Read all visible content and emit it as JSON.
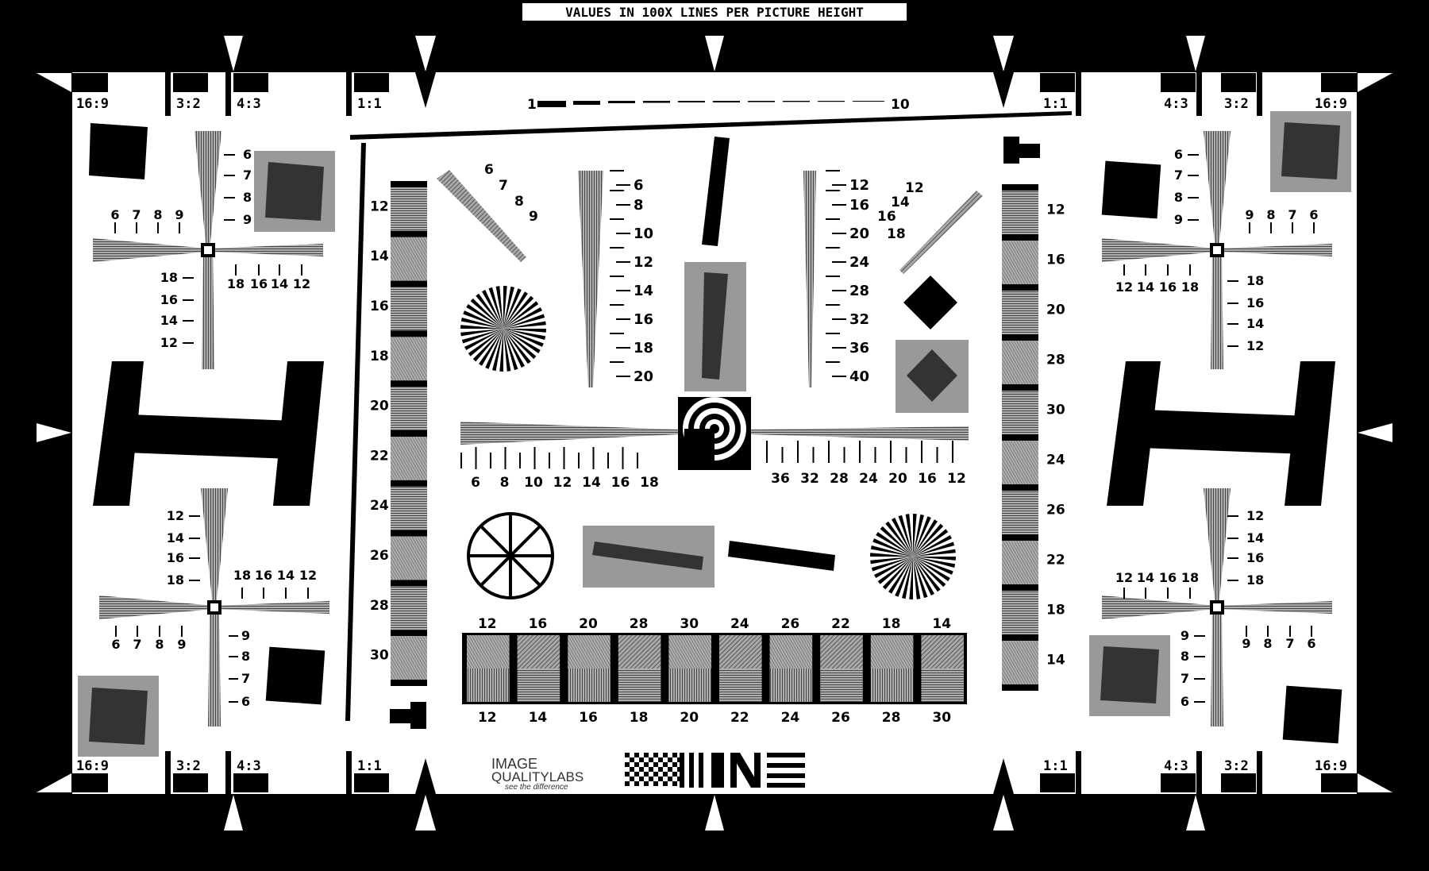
{
  "header": {
    "title": "VALUES IN 100X LINES PER PICTURE HEIGHT"
  },
  "aspect_labels": {
    "top_left": [
      "16:9",
      "3:2",
      "4:3",
      "1:1"
    ],
    "top_right": [
      "1:1",
      "4:3",
      "3:2",
      "16:9"
    ],
    "bottom_left": [
      "16:9",
      "3:2",
      "4:3",
      "1:1"
    ],
    "bottom_right": [
      "1:1",
      "4:3",
      "3:2",
      "16:9"
    ]
  },
  "scale_bar": {
    "start": "1",
    "end": "10"
  },
  "left_column_labels": [
    "12",
    "14",
    "16",
    "18",
    "20",
    "22",
    "24",
    "26",
    "28",
    "30"
  ],
  "right_column_labels": [
    "12",
    "16",
    "20",
    "28",
    "30",
    "24",
    "26",
    "22",
    "18",
    "14"
  ],
  "wedge_6_20_labels": [
    "6",
    "8",
    "10",
    "12",
    "14",
    "16",
    "18",
    "20"
  ],
  "wedge_12_40_labels": [
    "12",
    "16",
    "20",
    "24",
    "28",
    "32",
    "36",
    "40"
  ],
  "horizontal_wedge_left_labels": [
    "6",
    "8",
    "10",
    "12",
    "14",
    "16",
    "18"
  ],
  "horizontal_wedge_right_labels": [
    "36",
    "32",
    "28",
    "24",
    "20",
    "16",
    "12"
  ],
  "diagonal_left_labels": [
    "6",
    "7",
    "8",
    "9"
  ],
  "diagonal_right_labels": [
    "12",
    "14",
    "16",
    "18"
  ],
  "corner_cross": {
    "a_labels": [
      "6",
      "7",
      "8",
      "9"
    ],
    "b_labels": [
      "18",
      "16",
      "14",
      "12"
    ]
  },
  "bottom_block_top_labels": [
    "12",
    "16",
    "20",
    "28",
    "30",
    "24",
    "26",
    "22",
    "18",
    "14"
  ],
  "bottom_block_bottom_labels": [
    "12",
    "14",
    "16",
    "18",
    "20",
    "22",
    "24",
    "26",
    "28",
    "30"
  ],
  "logo": {
    "line1": "IMAGE",
    "line2": "QUALITYLABS",
    "tagline": "see the difference"
  }
}
